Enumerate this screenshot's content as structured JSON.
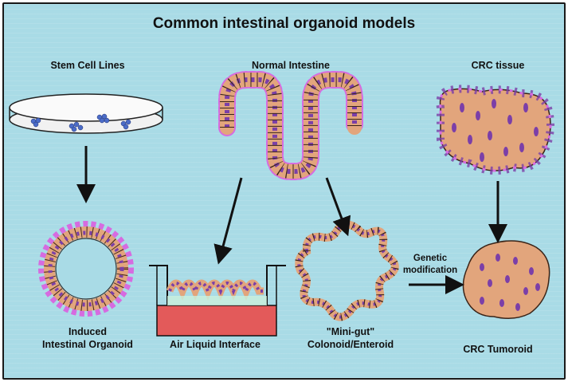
{
  "title": "Common intestinal organoid models",
  "sources": {
    "stem_cell_lines": "Stem Cell Lines",
    "normal_intestine": "Normal Intestine",
    "crc_tissue": "CRC tissue"
  },
  "models": {
    "induced_line1": "Induced",
    "induced_line2": "Intestinal Organoid",
    "ali": "Air Liquid Interface",
    "minigut_line1": "\"Mini-gut\"",
    "minigut_line2": "Colonoid/Enteroid",
    "tumoroid": "CRC Tumoroid"
  },
  "arrow_label": {
    "line1": "Genetic",
    "line2": "modification"
  },
  "colors": {
    "background": "#a9dbe6",
    "cell_body": "#e2a57c",
    "nucleus": "#7b3fa8",
    "fibroblast": "#d66be0",
    "matrigel_red": "#e35a5a",
    "dish": "#f2f2f2"
  }
}
